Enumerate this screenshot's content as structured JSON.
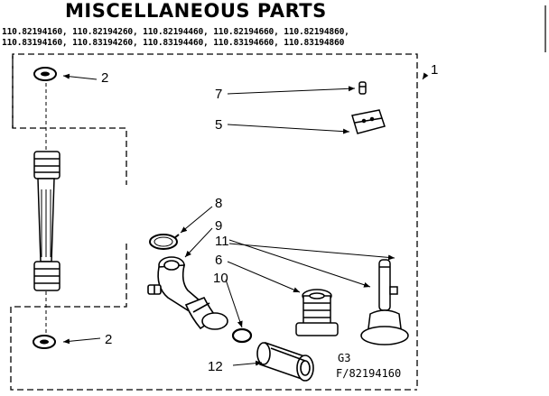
{
  "title": "MISCELLANEOUS PARTS",
  "model_numbers": {
    "row1": "110.82194160, 110.82194260, 110.82194460, 110.82194660, 110.82194860,",
    "row2": "110.83194160, 110.83194260, 110.83194460, 110.83194660, 110.83194860"
  },
  "callouts": {
    "c1": "1",
    "c2_top": "2",
    "c2_bottom": "2",
    "c5": "5",
    "c6": "6",
    "c7": "7",
    "c8": "8",
    "c9": "9",
    "c10": "10",
    "c11": "11",
    "c12": "12"
  },
  "footer": {
    "code1": "G3",
    "code2": "F/82194160"
  }
}
